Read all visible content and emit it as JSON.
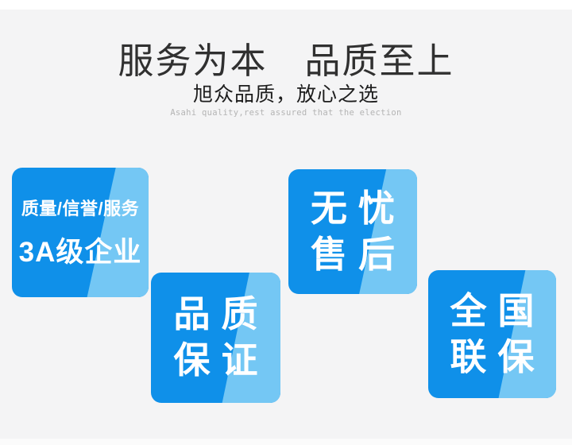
{
  "header": {
    "title": "服务为本　品质至上",
    "subtitle": "旭众品质，放心之选",
    "subtitle_en": "Asahi quality,rest assured that the election"
  },
  "badges": [
    {
      "id": "3a-enterprise",
      "line1": "质量/信誉/服务",
      "line2": "3A级企业"
    },
    {
      "id": "quality-guarantee",
      "line1": "品质",
      "line2": "保证"
    },
    {
      "id": "worry-free-aftersales",
      "line1": "无忧",
      "line2": "售后"
    },
    {
      "id": "nationwide-warranty",
      "line1": "全国",
      "line2": "联保"
    }
  ],
  "colors": {
    "badge_dark_blue": "#0F90E9",
    "badge_light_blue": "#74C7F4",
    "background": "#F4F4F5",
    "title_text": "#303030",
    "subtitle_text": "#1D1D1D",
    "subtitle_en_text": "#B4B4B4",
    "badge_text": "#FFFFFF"
  }
}
